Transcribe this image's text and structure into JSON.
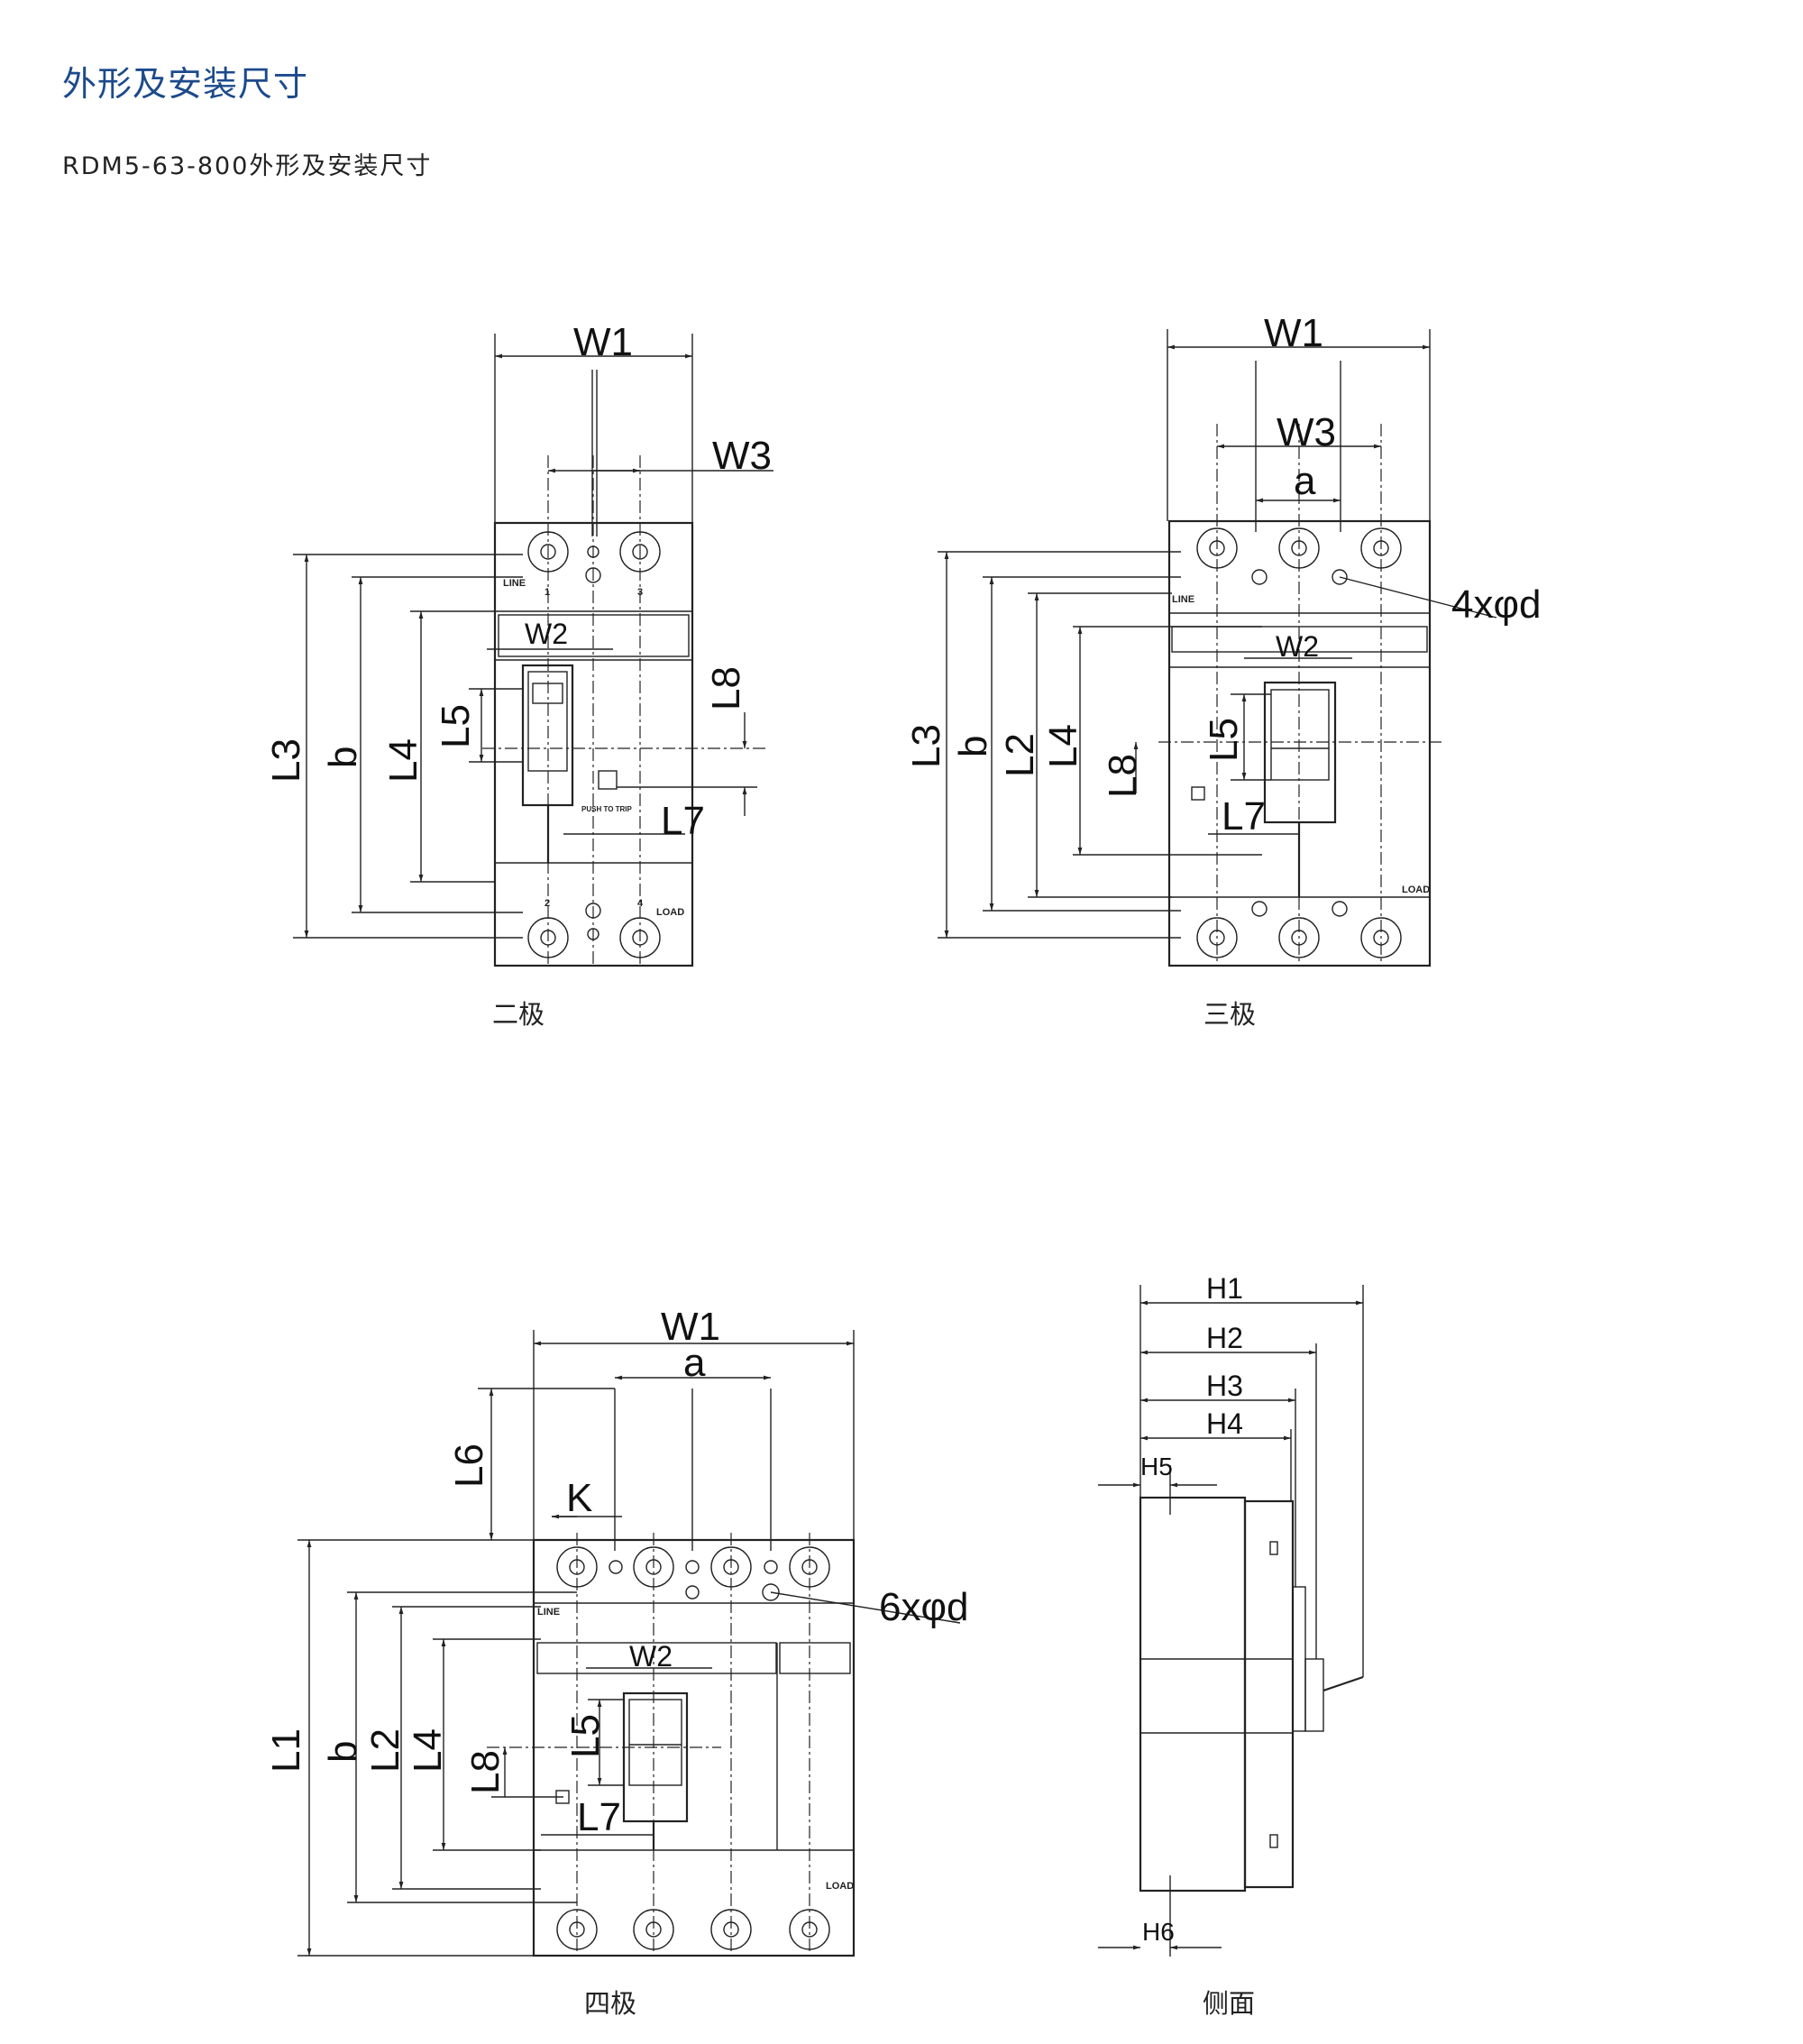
{
  "header": {
    "title": "外形及安装尺寸",
    "subtitle": "RDM5-63-800外形及安装尺寸"
  },
  "colors": {
    "title": "#1c4a8c",
    "text": "#222222"
  },
  "drawings": {
    "two_pole": {
      "caption": "二极",
      "labels": {
        "W1": "W1",
        "W3": "W3",
        "W2": "W2",
        "L8": "L8",
        "L5": "L5",
        "L3": "L3",
        "b": "b",
        "L4": "L4",
        "L7": "L7"
      },
      "marks": {
        "line": "LINE",
        "load": "LOAD",
        "push": "PUSH TO TRIP",
        "t1": "1",
        "t3": "3",
        "t2": "2",
        "t4": "4"
      }
    },
    "three_pole": {
      "caption": "三极",
      "labels": {
        "W1": "W1",
        "W3": "W3",
        "a": "a",
        "holes": "4xφd",
        "W2": "W2",
        "L3": "L3",
        "b": "b",
        "L2": "L2",
        "L4": "L4",
        "L8": "L8",
        "L5": "L5",
        "L7": "L7"
      },
      "marks": {
        "line": "LINE",
        "load": "LOAD"
      }
    },
    "four_pole": {
      "caption": "四极",
      "labels": {
        "W1": "W1",
        "a": "a",
        "L6": "L6",
        "K": "K",
        "holes": "6xφd",
        "W2": "W2",
        "L1": "L1",
        "b": "b",
        "L2": "L2",
        "L4": "L4",
        "L5": "L5",
        "L8": "L8",
        "L7": "L7"
      },
      "marks": {
        "line": "LINE",
        "load": "LOAD"
      }
    },
    "side": {
      "caption": "侧面",
      "labels": {
        "H1": "H1",
        "H2": "H2",
        "H3": "H3",
        "H4": "H4",
        "H5": "H5",
        "H6": "H6"
      }
    }
  }
}
